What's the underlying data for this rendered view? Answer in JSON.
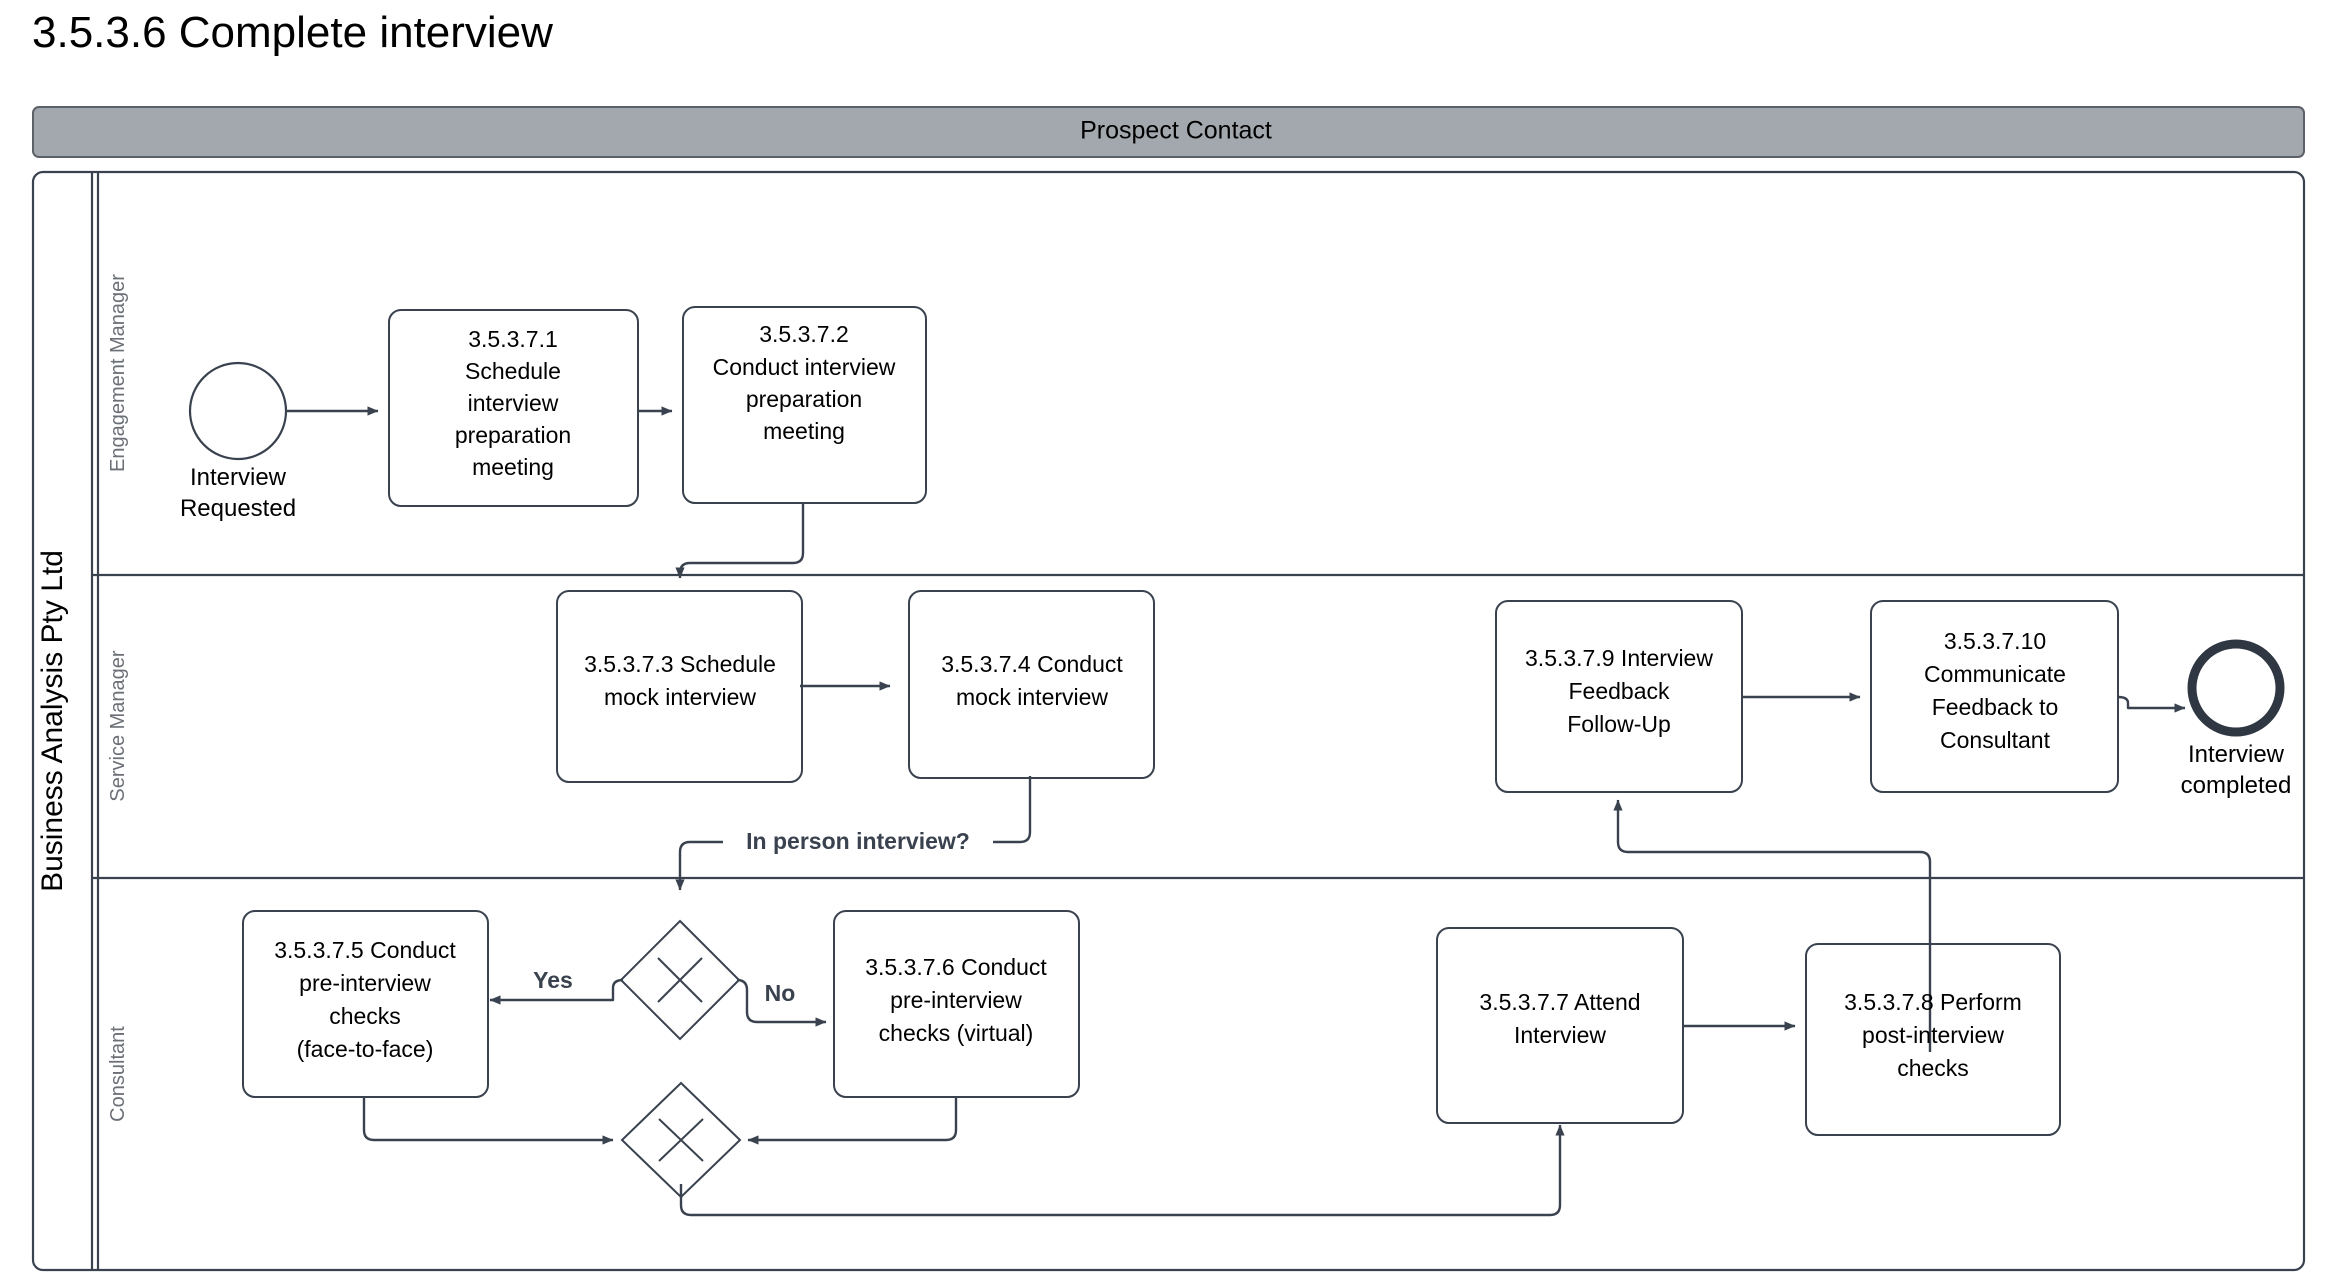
{
  "page": {
    "title": "3.5.3.6 Complete interview"
  },
  "pool_header": {
    "label": "Prospect Contact",
    "bg_color": "#a2a8ad",
    "border_color": "#5c6169"
  },
  "pool": {
    "title": "Business Analysis Pty Ltd",
    "lanes": [
      {
        "id": "lane-engagement-manager",
        "label": "Engagement Manager"
      },
      {
        "id": "lane-service-manager",
        "label": "Service Manager"
      },
      {
        "id": "lane-consultant",
        "label": "Consultant"
      }
    ]
  },
  "events": [
    {
      "id": "start-event",
      "type": "start",
      "label_line1": "Interview",
      "label_line2": "Requested"
    },
    {
      "id": "end-event",
      "type": "end",
      "label_line1": "Interview",
      "label_line2": "completed"
    }
  ],
  "tasks": [
    {
      "id": "task-3-5-3-7-1",
      "lane": "Engagement Manager",
      "lines": [
        "3.5.3.7.1",
        "Schedule",
        "interview",
        "preparation",
        "meeting"
      ]
    },
    {
      "id": "task-3-5-3-7-2",
      "lane": "Engagement Manager",
      "lines": [
        "3.5.3.7.2",
        "Conduct interview",
        "preparation",
        "meeting"
      ]
    },
    {
      "id": "task-3-5-3-7-3",
      "lane": "Service Manager",
      "lines": [
        "3.5.3.7.3 Schedule",
        "mock interview"
      ]
    },
    {
      "id": "task-3-5-3-7-4",
      "lane": "Service Manager",
      "lines": [
        "3.5.3.7.4 Conduct",
        "mock interview"
      ]
    },
    {
      "id": "task-3-5-3-7-5",
      "lane": "Consultant",
      "lines": [
        "3.5.3.7.5 Conduct",
        "pre-interview",
        "checks",
        "(face-to-face)"
      ]
    },
    {
      "id": "task-3-5-3-7-6",
      "lane": "Consultant",
      "lines": [
        "3.5.3.7.6 Conduct",
        "pre-interview",
        "checks (virtual)"
      ]
    },
    {
      "id": "task-3-5-3-7-7",
      "lane": "Consultant",
      "lines": [
        "3.5.3.7.7 Attend",
        "Interview"
      ]
    },
    {
      "id": "task-3-5-3-7-8",
      "lane": "Consultant",
      "lines": [
        "3.5.3.7.8 Perform",
        "post-interview",
        "checks"
      ]
    },
    {
      "id": "task-3-5-3-7-9",
      "lane": "Service Manager",
      "lines": [
        "3.5.3.7.9 Interview",
        "Feedback",
        "Follow-Up"
      ]
    },
    {
      "id": "task-3-5-3-7-10",
      "lane": "Service Manager",
      "lines": [
        "3.5.3.7.10",
        "Communicate",
        "Feedback to",
        "Consultant"
      ]
    }
  ],
  "gateways": [
    {
      "id": "gateway-in-person-interview",
      "type": "exclusive",
      "label": "In person interview?"
    },
    {
      "id": "gateway-merge-pre-interview",
      "type": "exclusive",
      "label": ""
    }
  ],
  "flow_labels": [
    {
      "id": "flow-label-in-person",
      "text": "In person interview?"
    },
    {
      "id": "flow-label-yes",
      "text": "Yes"
    },
    {
      "id": "flow-label-no",
      "text": "No"
    }
  ],
  "colors": {
    "stroke": "#39424e",
    "pool_header_bg": "#a2a8ad",
    "lane_label": "#6b6f76",
    "text": "#000000"
  }
}
